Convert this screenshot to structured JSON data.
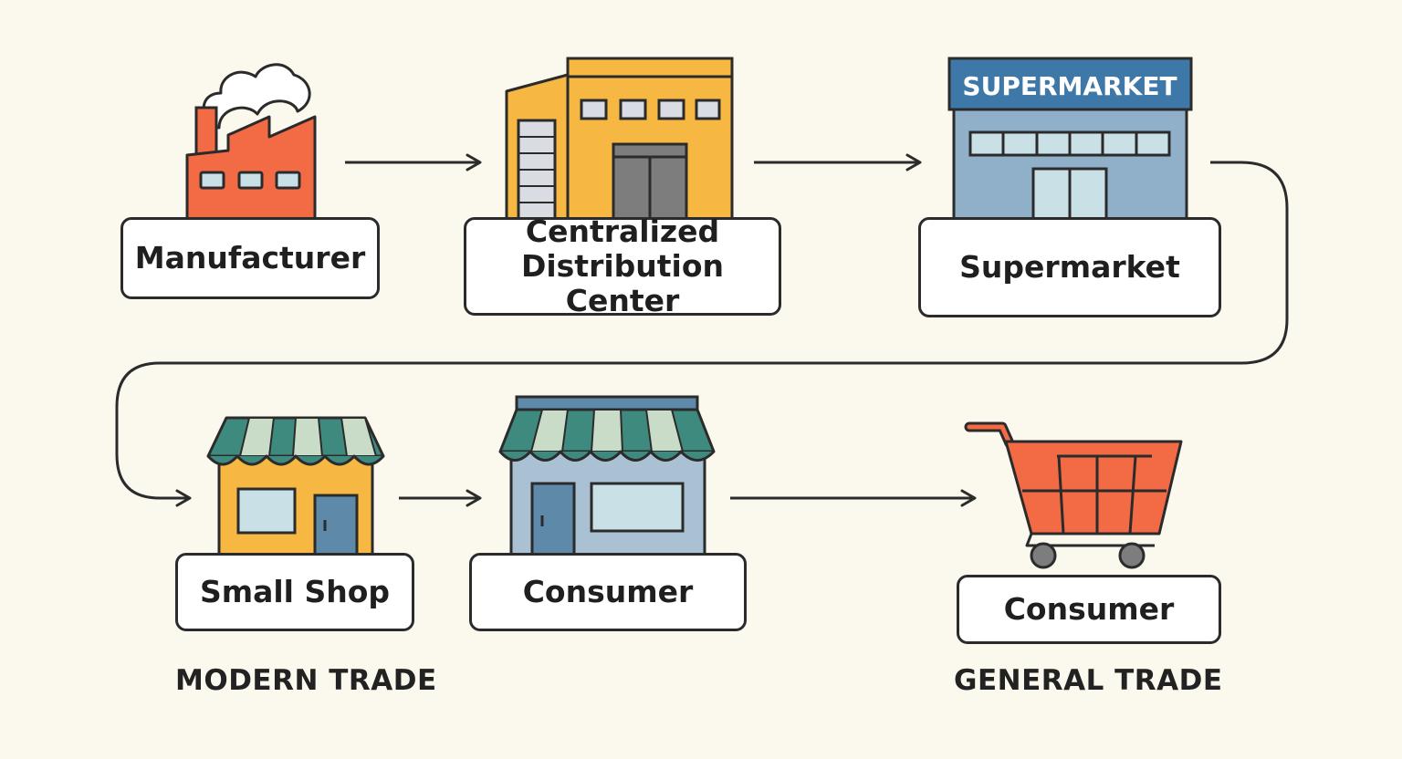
{
  "nodes": {
    "manufacturer": {
      "label": "Manufacturer"
    },
    "distribution_center": {
      "label_line1": "Centralized",
      "label_line2": "Distribution Center"
    },
    "supermarket": {
      "label": "Supermarket",
      "sign_text": "SUPERMARKET"
    },
    "small_shop": {
      "label": "Small Shop"
    },
    "consumer_shop": {
      "label": "Consumer"
    },
    "consumer_cart": {
      "label": "Consumer"
    }
  },
  "sections": {
    "modern_trade": "MODERN TRADE",
    "general_trade": "GENERAL TRADE"
  },
  "colors": {
    "background": "#fbf8ee",
    "outline": "#2b2b2b",
    "factory": "#f26b45",
    "warehouse": "#f7b843",
    "supermarket": "#8fb0c8",
    "supermarket_sign": "#3e78a8",
    "awning_teal": "#3f8a7f",
    "awning_light": "#c9dcc8",
    "shop_blue": "#a9c1d3",
    "cart": "#f26b45",
    "window": "#c8e0e6"
  }
}
